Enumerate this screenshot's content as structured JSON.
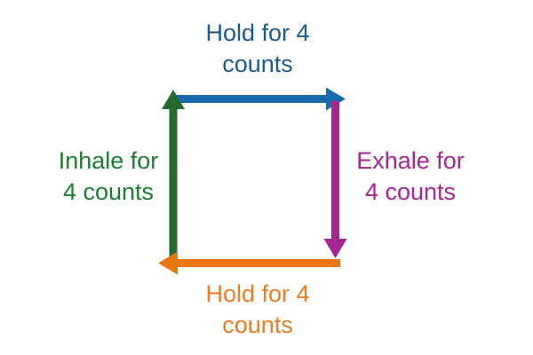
{
  "diagram": {
    "kind": "box-breathing-cycle",
    "background_color": "#ffffff"
  },
  "labels": {
    "top": {
      "lines": [
        "Hold for 4",
        "counts"
      ],
      "color": "#1E5A8A"
    },
    "right": {
      "lines": [
        "Exhale for",
        "4 counts"
      ],
      "color": "#A2278F"
    },
    "bottom": {
      "lines": [
        "Hold for 4",
        "counts"
      ],
      "color": "#ED7D22"
    },
    "left": {
      "lines": [
        "Inhale for",
        "4 counts"
      ],
      "color": "#1F7A36"
    }
  },
  "arrows": {
    "top": {
      "direction": "right",
      "color": "#1B69AE"
    },
    "right": {
      "direction": "down",
      "color": "#A2278F"
    },
    "bottom": {
      "direction": "left",
      "color": "#E97712"
    },
    "left": {
      "direction": "up",
      "color": "#236B2E"
    }
  }
}
